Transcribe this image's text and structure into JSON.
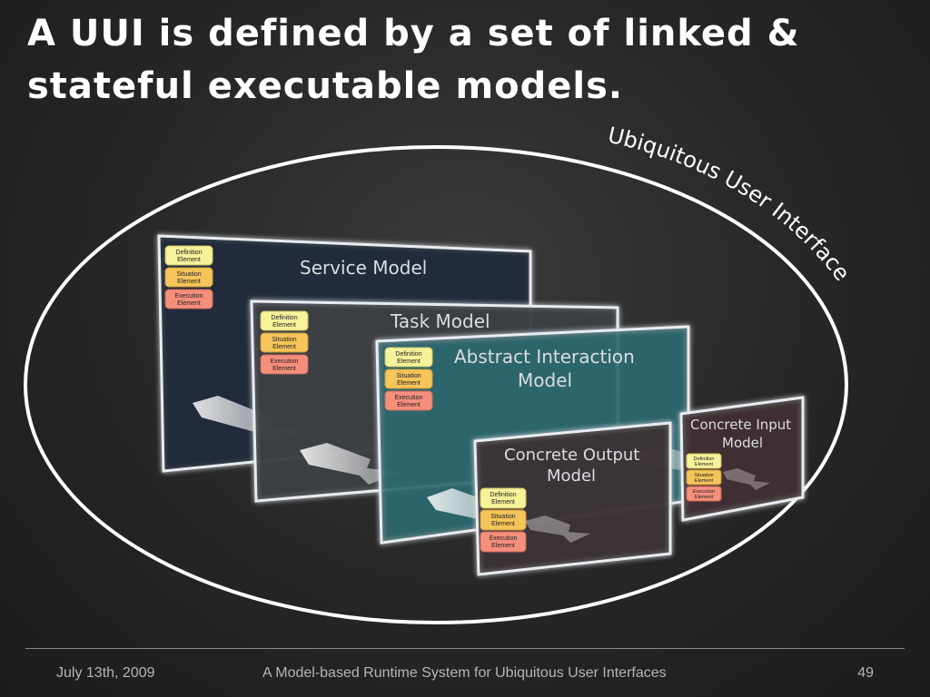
{
  "slide": {
    "title_line1": "A UUI is defined by a set of linked &",
    "title_line2": "stateful executable models."
  },
  "diagram": {
    "envelope_label": "Ubiquitous User Interface",
    "element_labels": {
      "definition": [
        "Definition",
        "Element"
      ],
      "situation": [
        "Situation",
        "Element"
      ],
      "execution": [
        "Execution",
        "Element"
      ]
    },
    "models": [
      {
        "name": "service",
        "label_lines": [
          "Service Model"
        ]
      },
      {
        "name": "task",
        "label_lines": [
          "Task Model"
        ]
      },
      {
        "name": "abstract-interaction",
        "label_lines": [
          "Abstract Interaction",
          "Model"
        ]
      },
      {
        "name": "concrete-output",
        "label_lines": [
          "Concrete Output",
          "Model"
        ]
      },
      {
        "name": "concrete-input",
        "label_lines": [
          "Concrete Input",
          "Model"
        ]
      }
    ],
    "colors": {
      "definition": "#f6f29a",
      "situation": "#f5c55a",
      "execution": "#f58f7c",
      "service_panel": "#1f2a3a",
      "task_panel": "#3b3e43",
      "abstract_panel": "#2c6a70",
      "output_panel": "#3c3234",
      "input_panel": "#3f3133"
    }
  },
  "footer": {
    "date": "July 13th, 2009",
    "title": "A Model-based Runtime System for Ubiquitous User Interfaces",
    "page": "49"
  }
}
